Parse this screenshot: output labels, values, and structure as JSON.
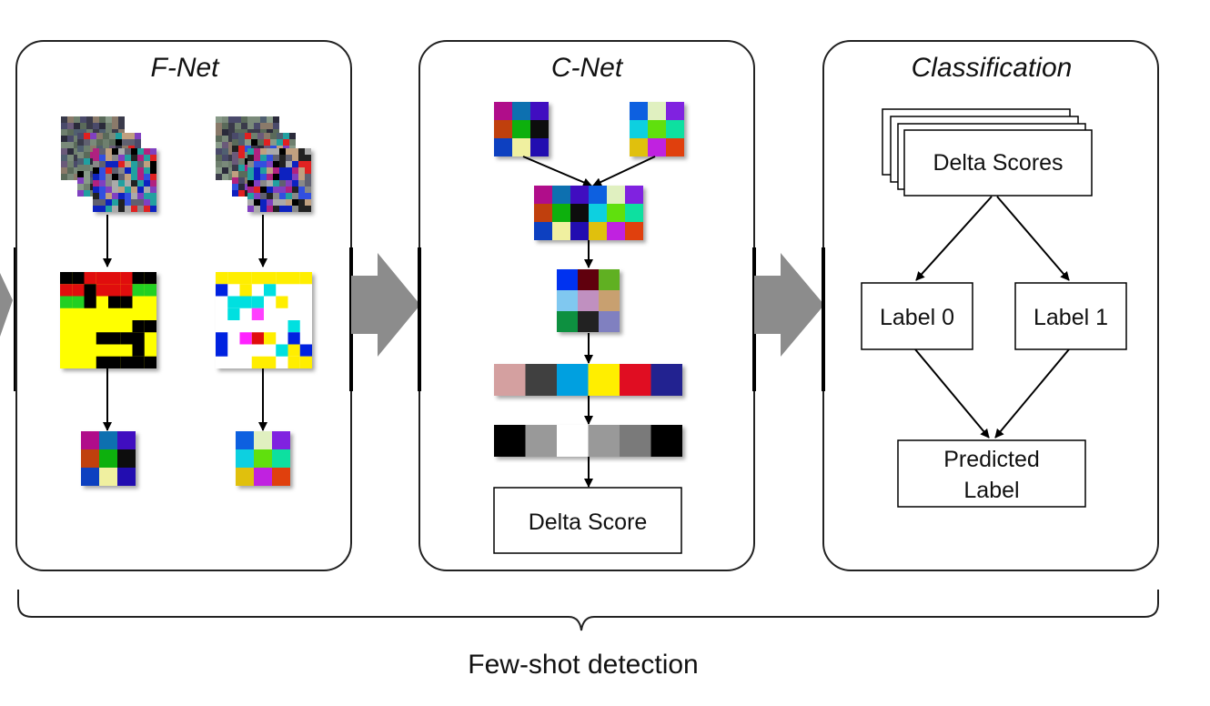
{
  "panels": {
    "fnet": {
      "title": "F-Net"
    },
    "cnet": {
      "title": "C-Net",
      "output_label": "Delta Score"
    },
    "classification": {
      "title": "Classification",
      "input_label": "Delta Scores",
      "label0": "Label 0",
      "label1": "Label 1",
      "output_line1": "Predicted",
      "output_line2": "Label"
    }
  },
  "caption": "Few-shot detection",
  "colors": {
    "panel_stroke": "#222222",
    "flow_arrow": "#8c8c8c",
    "fnet_feature_a_bg": "#ffff00",
    "fnet_feature_b_bg": "#ffffff",
    "cnet_vector_colors": [
      "#d4a0a0",
      "#404040",
      "#00a0e0",
      "#ffee00",
      "#e01020",
      "#202090"
    ],
    "cnet_score_grays": [
      "#000000",
      "#999999",
      "#ffffff",
      "#999999",
      "#7a7a7a",
      "#000000"
    ]
  }
}
